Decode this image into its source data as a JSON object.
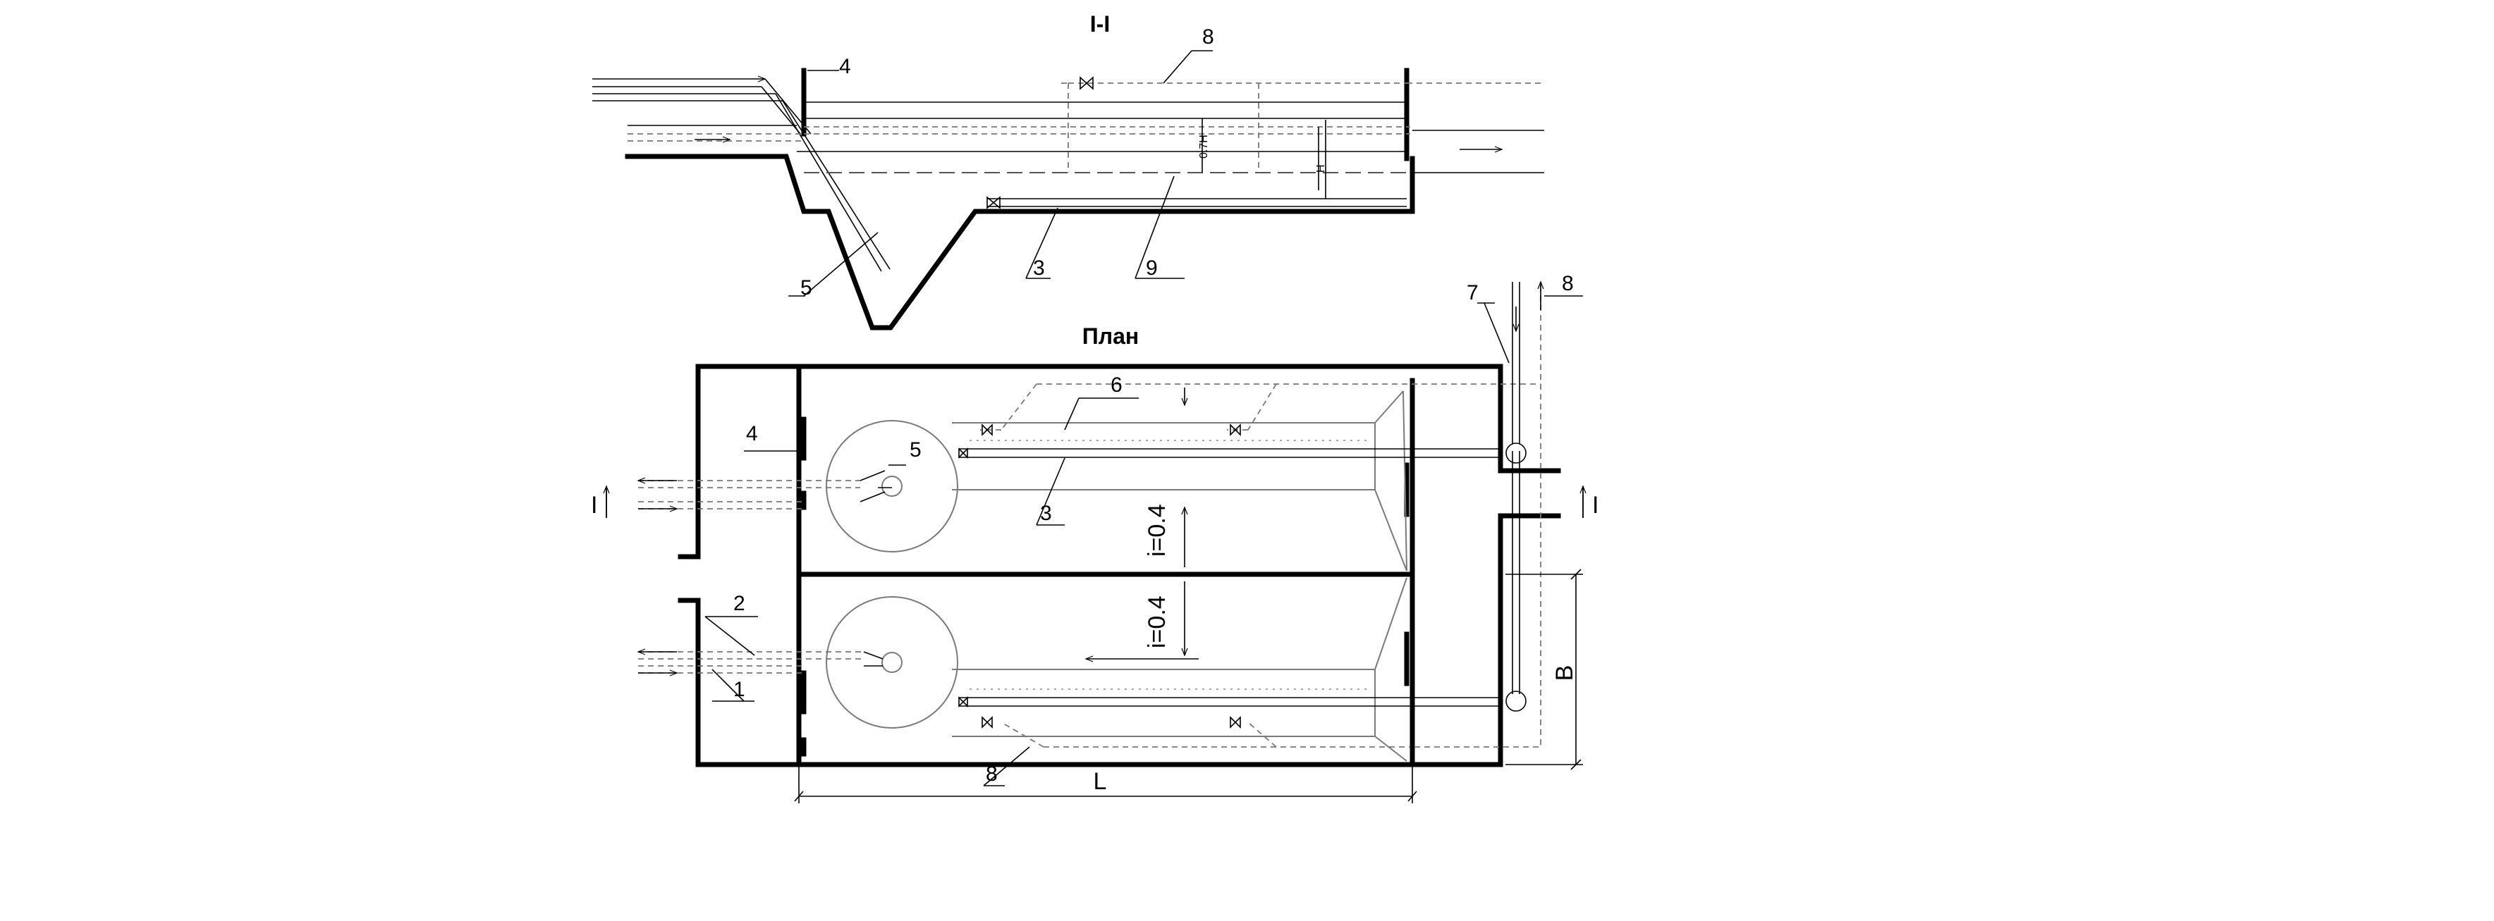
{
  "section": {
    "title": "I-I",
    "labels": {
      "n4": "4",
      "n5": "5",
      "n8": "8",
      "n3": "3",
      "n9": "9"
    },
    "dims": {
      "h07": "0.7H",
      "H": "H"
    }
  },
  "plan": {
    "title": "План",
    "labels": {
      "n1": "1",
      "n2": "2",
      "n3": "3",
      "n4": "4",
      "n5": "5",
      "n6": "6",
      "n7": "7",
      "n8_top": "8",
      "n8_bottom": "8"
    },
    "slope_top": "i=0.4",
    "slope_bottom": "i=0.4",
    "section_mark_left": "I",
    "section_mark_right": "I",
    "dim_L": "L",
    "dim_B": "B"
  }
}
